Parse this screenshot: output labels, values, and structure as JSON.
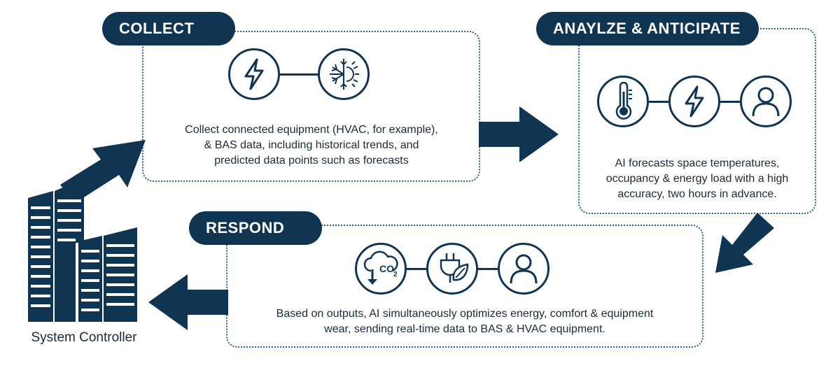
{
  "collect": {
    "title": "COLLECT",
    "description_lines": [
      "Collect connected equipment (HVAC, for example),",
      "& BAS data, including historical trends, and",
      "predicted data points such as forecasts"
    ],
    "icons": [
      "lightning-icon",
      "sun-snowflake-icon"
    ]
  },
  "analyze": {
    "title": "ANAYLZE & ANTICIPATE",
    "description_lines": [
      "AI forecasts space temperatures,",
      "occupancy & energy load with a high",
      "accuracy, two hours in advance."
    ],
    "icons": [
      "thermometer-icon",
      "lightning-icon",
      "person-icon"
    ]
  },
  "respond": {
    "title": "RESPOND",
    "description_lines": [
      "Based on outputs, AI simultaneously optimizes energy, comfort & equipment",
      "wear, sending real-time data to BAS & HVAC equipment."
    ],
    "icons": [
      "co2-cloud-icon",
      "plug-leaf-icon",
      "person-icon"
    ]
  },
  "controller": {
    "label": "System Controller",
    "icon": "buildings-icon"
  },
  "colors": {
    "navy": "#0f3553",
    "border": "#2f5f86",
    "text": "#1a2a38"
  }
}
